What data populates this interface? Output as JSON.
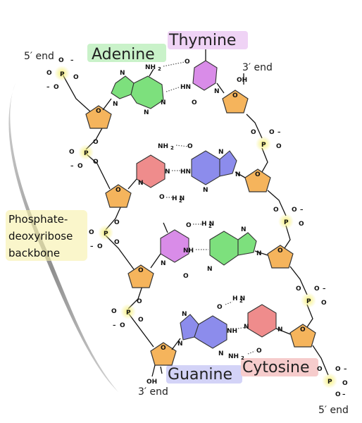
{
  "bases": {
    "adenine": "Adenine",
    "thymine": "Thymine",
    "guanine": "Guanine",
    "cytosine": "Cytosine"
  },
  "ends": {
    "five_prime": "5′ end",
    "three_prime": "3′ end"
  },
  "backbone": {
    "line1": "Phosphate-",
    "line2": "deoxyribose",
    "line3": "backbone"
  },
  "atoms": {
    "phosphorus": "P",
    "oxygen": "O",
    "nitrogen": "N",
    "minus": "–",
    "oh": "OH",
    "nh": "NH",
    "hn": "HN",
    "nh2": "NH",
    "h2n": "H N",
    "two": "2"
  },
  "colors": {
    "adenine": "#7de07d",
    "thymine": "#d98ce8",
    "guanine": "#8c8cec",
    "cytosine": "#ef8c8c",
    "sugar": "#f5b45c",
    "phosphate": "#f4ee72",
    "adenine_label_bg": "#c9f2c9",
    "thymine_label_bg": "#efd3f5",
    "guanine_label_bg": "#d3d3f7",
    "cytosine_label_bg": "#f6cccc",
    "backbone_highlight": "#f7f0a8"
  }
}
